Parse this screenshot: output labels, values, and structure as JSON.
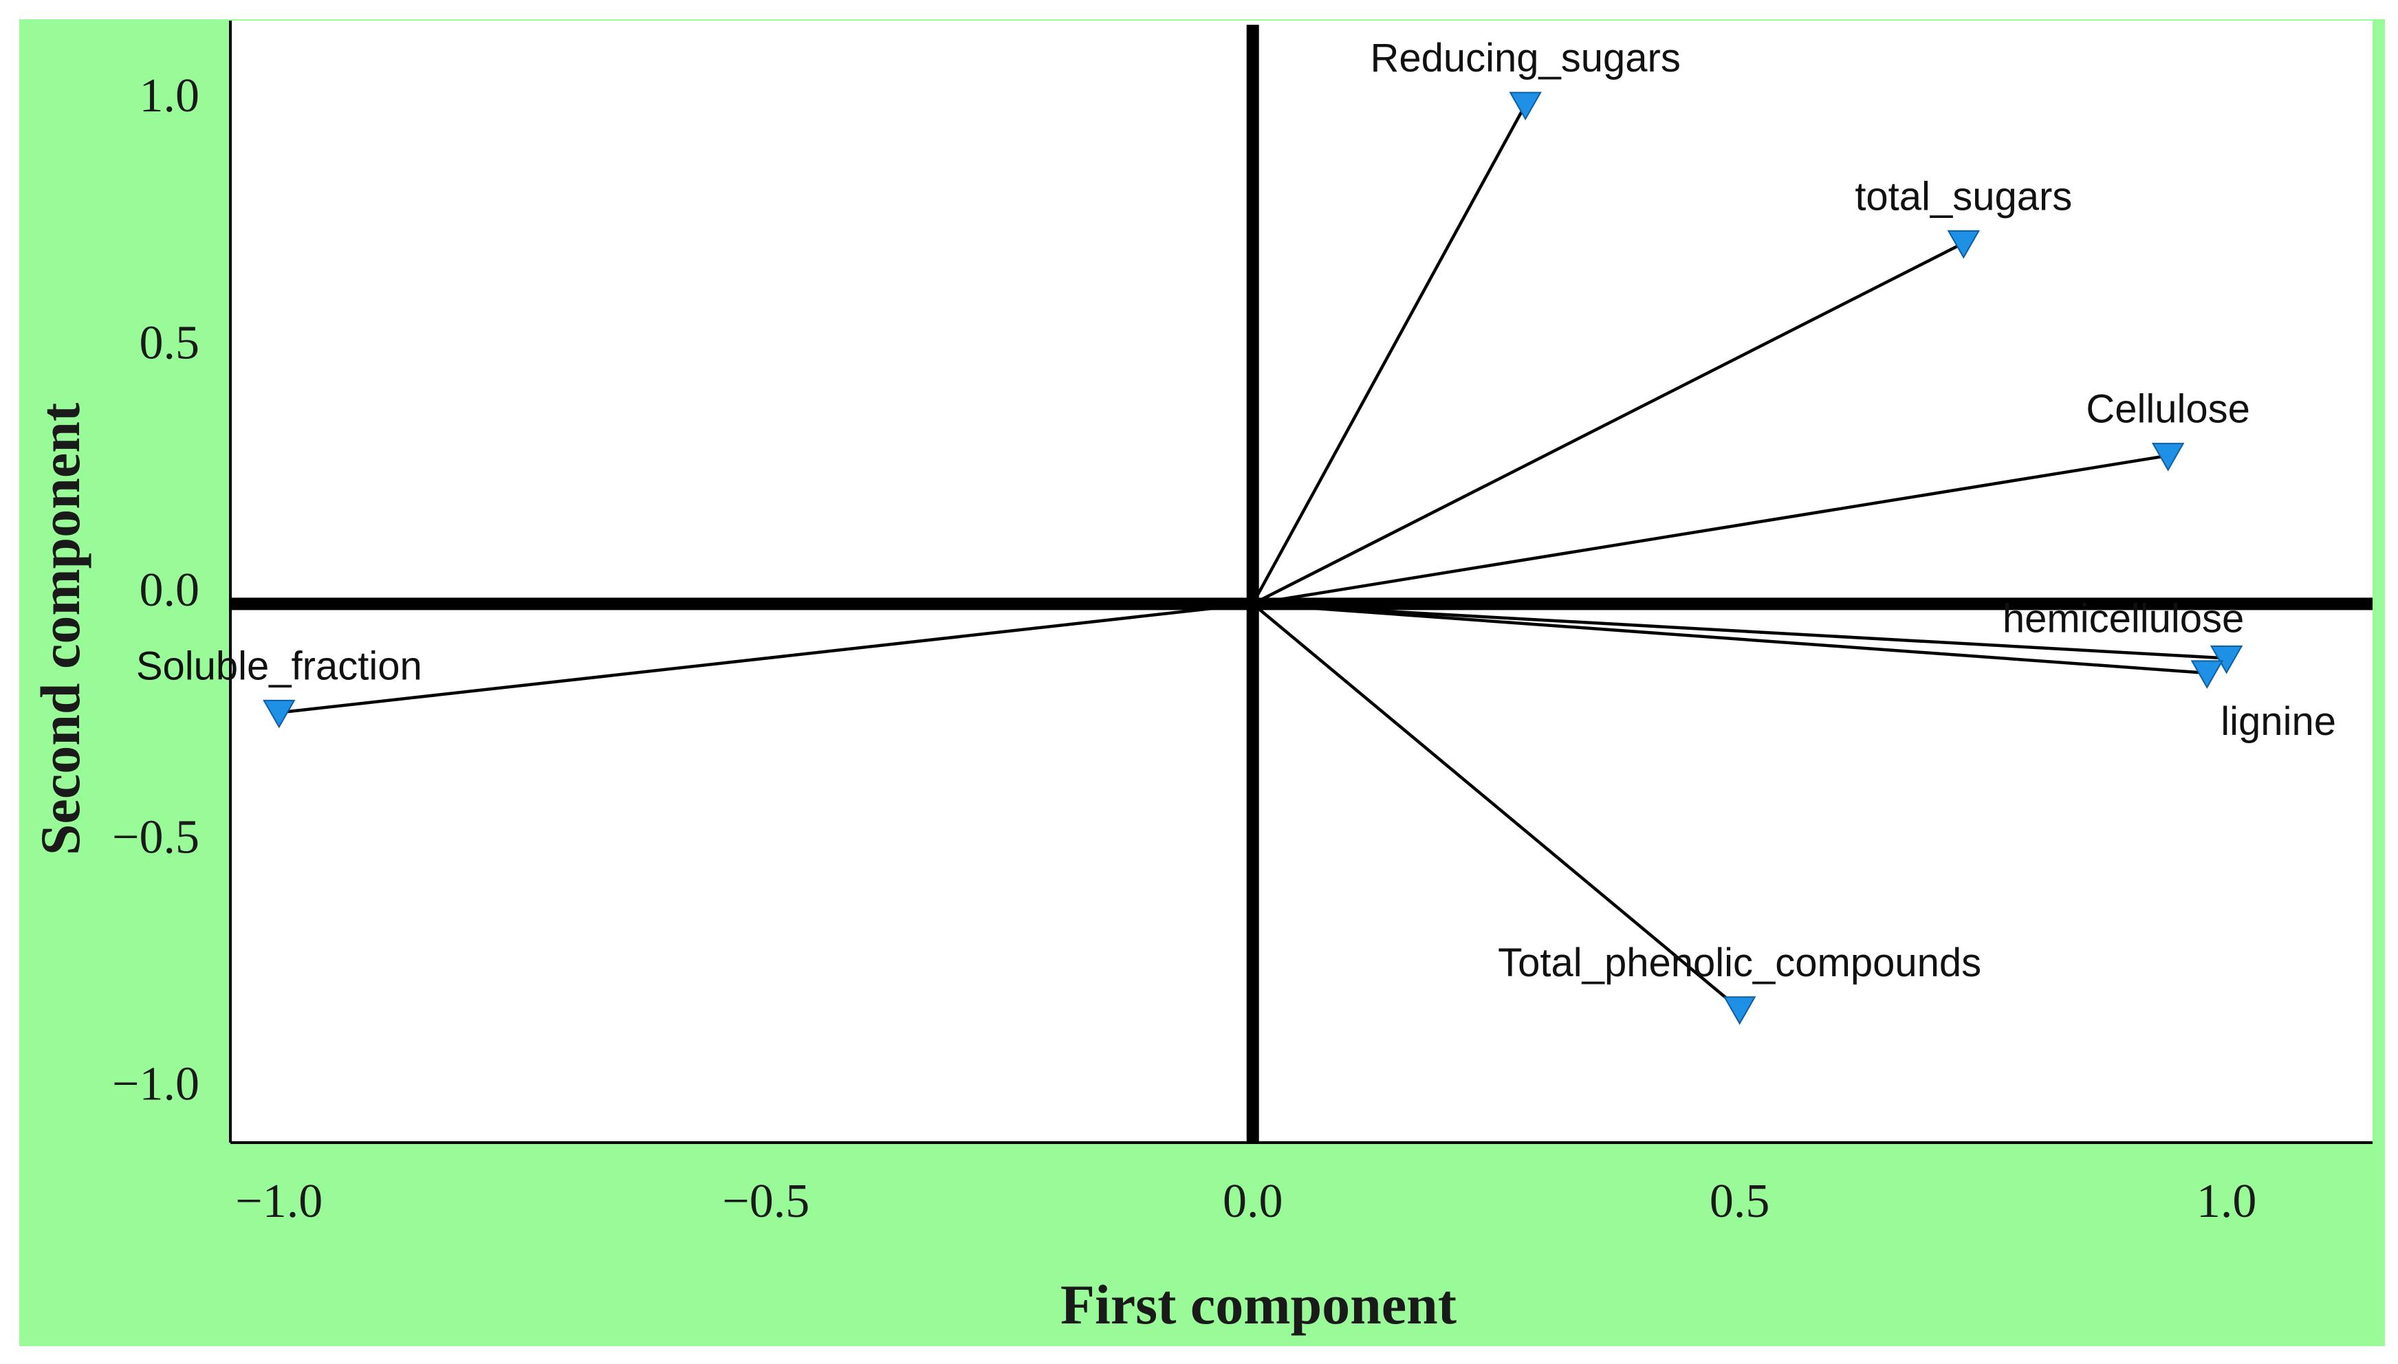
{
  "chart_data": {
    "type": "scatter",
    "subtype": "pca-loading-plot",
    "title": "",
    "xlabel": "First component",
    "ylabel": "Second component",
    "xlim": [
      -1.05,
      1.15
    ],
    "ylim": [
      -1.12,
      1.15
    ],
    "x_ticks": [
      {
        "value": -1.0,
        "label": "−1.0"
      },
      {
        "value": -0.5,
        "label": "−0.5"
      },
      {
        "value": 0.0,
        "label": "0.0"
      },
      {
        "value": 0.5,
        "label": "0.5"
      },
      {
        "value": 1.0,
        "label": "1.0"
      }
    ],
    "y_ticks": [
      {
        "value": 1.0,
        "label": "1.0"
      },
      {
        "value": 0.5,
        "label": "0.5"
      },
      {
        "value": 0.0,
        "label": "0.0"
      },
      {
        "value": -0.5,
        "label": "−0.5"
      },
      {
        "value": -1.0,
        "label": "−1.0"
      }
    ],
    "grid": false,
    "origin": [
      0.0,
      -0.03
    ],
    "points": [
      {
        "name": "Reducing_sugars",
        "x": 0.28,
        "y": 0.98,
        "label_pos": "above"
      },
      {
        "name": "total_sugars",
        "x": 0.73,
        "y": 0.7,
        "label_pos": "above"
      },
      {
        "name": "Cellulose",
        "x": 0.94,
        "y": 0.27,
        "label_pos": "above"
      },
      {
        "name": "hemicellulose",
        "x": 1.0,
        "y": -0.14,
        "label_pos": "above-left"
      },
      {
        "name": "lignine",
        "x": 0.98,
        "y": -0.17,
        "label_pos": "below-right"
      },
      {
        "name": "Soluble_fraction",
        "x": -1.0,
        "y": -0.25,
        "label_pos": "above"
      },
      {
        "name": "Total_phenolic_compounds",
        "x": 0.5,
        "y": -0.85,
        "label_pos": "above"
      }
    ],
    "colors": {
      "marker": "#1E90E6",
      "panel_background": "#98FB98",
      "axes": "#000000",
      "vector": "#000000"
    }
  }
}
